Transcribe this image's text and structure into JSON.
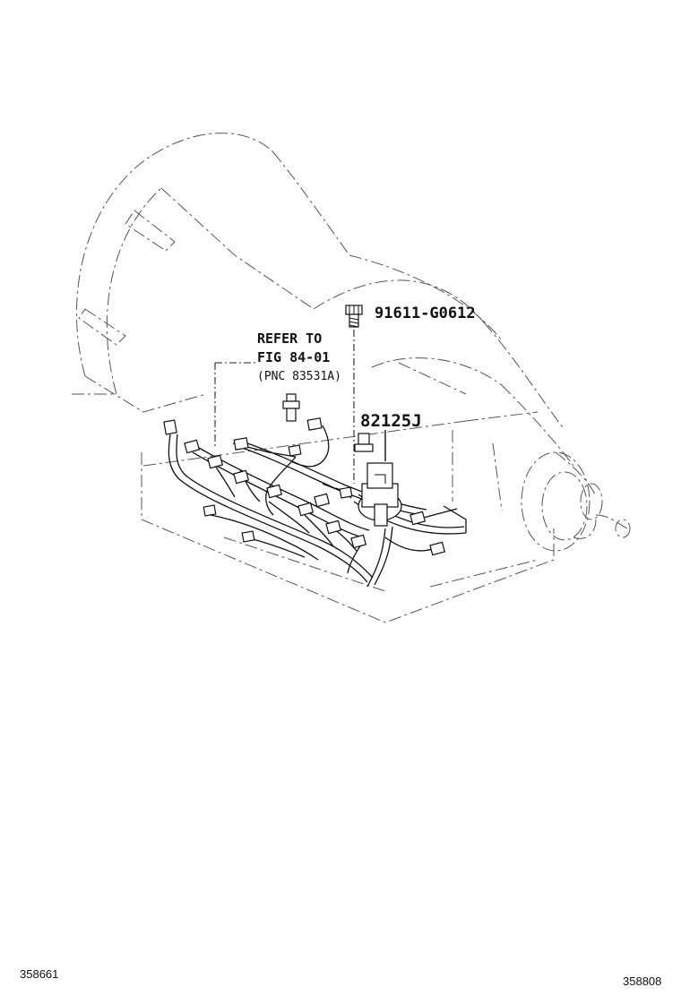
{
  "callouts": {
    "bolt_part": "91611-G0612",
    "sensor_part": "82125J",
    "refer_line1": "REFER TO",
    "refer_line2": "FIG 84-01",
    "refer_line3": "(PNC 83531A)"
  },
  "footer": {
    "left_id": "358661",
    "right_id": "358808"
  },
  "icons": {
    "bolt": "bolt-icon",
    "sensor": "speed-sensor-icon",
    "connector": "connector-icon"
  },
  "colors": {
    "line": "#111111",
    "background": "#ffffff"
  }
}
